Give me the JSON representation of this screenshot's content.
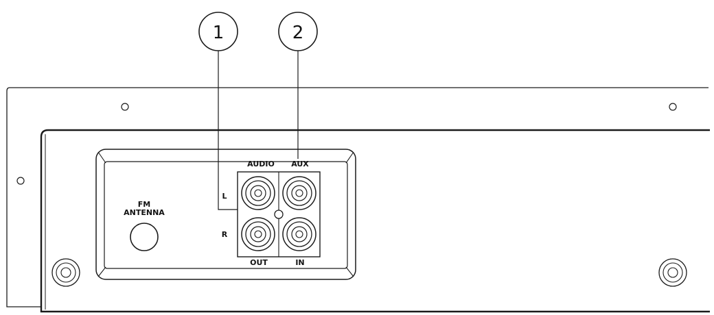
{
  "callouts": [
    {
      "number": "1"
    },
    {
      "number": "2"
    }
  ],
  "panel_labels": {
    "fm_antenna_line1": "FM",
    "fm_antenna_line2": "ANTENNA",
    "audio": "AUDIO",
    "aux": "AUX",
    "left": "L",
    "right": "R",
    "out": "OUT",
    "in": "IN"
  }
}
